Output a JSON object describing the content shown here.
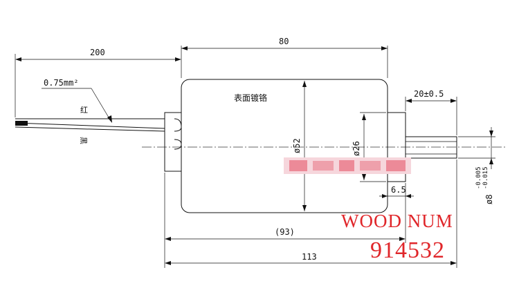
{
  "dimensions": {
    "wire_length": "200",
    "body_length": "80",
    "wire_gauge": "0.75mm²",
    "shaft_extension": "20±0.5",
    "body_diameter": "ø52",
    "boss_diameter": "ø26",
    "shaft_diameter": "ø8",
    "shaft_tolerance_upper": "-0.005",
    "shaft_tolerance_lower": "-0.015",
    "boss_length": "6.5",
    "overall_ref": "(93)",
    "overall_length": "113"
  },
  "labels": {
    "surface_note": "表面镀铬",
    "wire_red": "红",
    "wire_black": "黑"
  },
  "watermark": {
    "line1": "WOOD NUM",
    "line2": "914532",
    "color": "#e0262a"
  }
}
